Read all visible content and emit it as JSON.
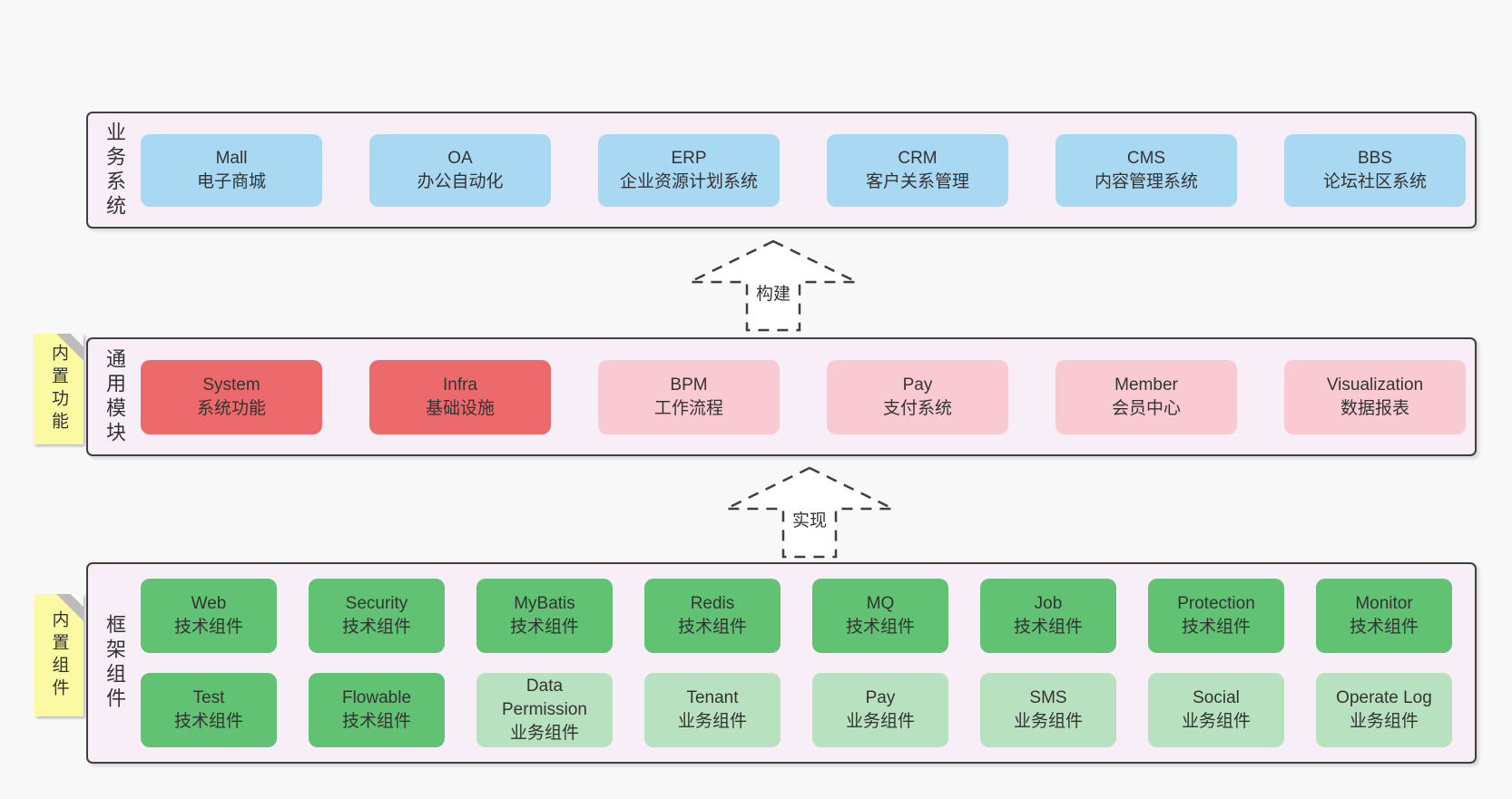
{
  "colors": {
    "page_bg": "#f8f8f8",
    "container_fill": "#f8eef7",
    "border": "#3f3f3f",
    "blue": "#a9d8f2",
    "red": "#ed6a6c",
    "pink": "#facad3",
    "green_dark": "#62c274",
    "green_light": "#b8e2bf",
    "note_yellow": "#fbf9a1",
    "text": "#333333"
  },
  "arrows": [
    {
      "label": "构建"
    },
    {
      "label": "实现"
    }
  ],
  "layers": [
    {
      "title": "业务系统",
      "note": null,
      "rows": [
        [
          {
            "slug": "mall",
            "name": "Mall",
            "desc": "电子商城",
            "variant": "blue"
          },
          {
            "slug": "oa",
            "name": "OA",
            "desc": "办公自动化",
            "variant": "blue"
          },
          {
            "slug": "erp",
            "name": "ERP",
            "desc": "企业资源计划系统",
            "variant": "blue"
          },
          {
            "slug": "crm",
            "name": "CRM",
            "desc": "客户关系管理",
            "variant": "blue"
          },
          {
            "slug": "cms",
            "name": "CMS",
            "desc": "内容管理系统",
            "variant": "blue"
          },
          {
            "slug": "bbs",
            "name": "BBS",
            "desc": "论坛社区系统",
            "variant": "blue"
          }
        ]
      ]
    },
    {
      "title": "通用模块",
      "note": "内置功能",
      "rows": [
        [
          {
            "slug": "system",
            "name": "System",
            "desc": "系统功能",
            "variant": "red"
          },
          {
            "slug": "infra",
            "name": "Infra",
            "desc": "基础设施",
            "variant": "red"
          },
          {
            "slug": "bpm",
            "name": "BPM",
            "desc": "工作流程",
            "variant": "pink"
          },
          {
            "slug": "pay",
            "name": "Pay",
            "desc": "支付系统",
            "variant": "pink"
          },
          {
            "slug": "member",
            "name": "Member",
            "desc": "会员中心",
            "variant": "pink"
          },
          {
            "slug": "visualization",
            "name": "Visualization",
            "desc": "数据报表",
            "variant": "pink"
          }
        ]
      ]
    },
    {
      "title": "框架组件",
      "note": "内置组件",
      "rows": [
        [
          {
            "slug": "web",
            "name": "Web",
            "desc": "技术组件",
            "variant": "green_dark"
          },
          {
            "slug": "security",
            "name": "Security",
            "desc": "技术组件",
            "variant": "green_dark"
          },
          {
            "slug": "mybatis",
            "name": "MyBatis",
            "desc": "技术组件",
            "variant": "green_dark"
          },
          {
            "slug": "redis",
            "name": "Redis",
            "desc": "技术组件",
            "variant": "green_dark"
          },
          {
            "slug": "mq",
            "name": "MQ",
            "desc": "技术组件",
            "variant": "green_dark"
          },
          {
            "slug": "job",
            "name": "Job",
            "desc": "技术组件",
            "variant": "green_dark"
          },
          {
            "slug": "protection",
            "name": "Protection",
            "desc": "技术组件",
            "variant": "green_dark"
          },
          {
            "slug": "monitor",
            "name": "Monitor",
            "desc": "技术组件",
            "variant": "green_dark"
          }
        ],
        [
          {
            "slug": "test",
            "name": "Test",
            "desc": "技术组件",
            "variant": "green_dark"
          },
          {
            "slug": "flowable",
            "name": "Flowable",
            "desc": "技术组件",
            "variant": "green_dark"
          },
          {
            "slug": "data-permission",
            "name": "Data Permission",
            "desc": "业务组件",
            "variant": "green_light"
          },
          {
            "slug": "tenant",
            "name": "Tenant",
            "desc": "业务组件",
            "variant": "green_light"
          },
          {
            "slug": "pay-component",
            "name": "Pay",
            "desc": "业务组件",
            "variant": "green_light"
          },
          {
            "slug": "sms",
            "name": "SMS",
            "desc": "业务组件",
            "variant": "green_light"
          },
          {
            "slug": "social",
            "name": "Social",
            "desc": "业务组件",
            "variant": "green_light"
          },
          {
            "slug": "operate-log",
            "name": "Operate Log",
            "desc": "业务组件",
            "variant": "green_light"
          }
        ]
      ]
    }
  ]
}
